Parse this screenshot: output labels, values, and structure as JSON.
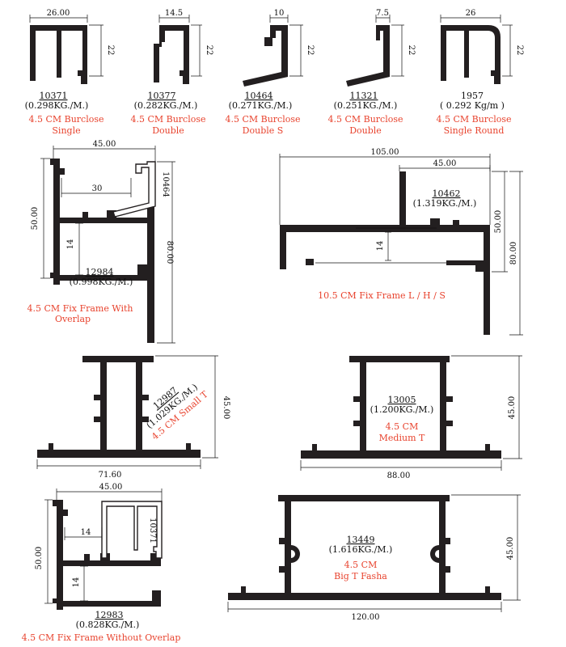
{
  "colors": {
    "profile": "#231f20",
    "caption": "#e8432e",
    "text": "#111111",
    "background": "#ffffff"
  },
  "sections": {
    "p10371": {
      "width": "26.00",
      "height": "22",
      "code": "10371",
      "weight": "(0.298KG./M.)",
      "caption_l1": "4.5 CM Burclose",
      "caption_l2": "Single"
    },
    "p10377": {
      "width": "14.5",
      "height": "22",
      "code": "10377",
      "weight": "(0.282KG./M.)",
      "caption_l1": "4.5 CM Burclose",
      "caption_l2": "Double"
    },
    "p10464": {
      "width": "10",
      "height": "22",
      "code": "10464",
      "weight": "(0.271KG./M.)",
      "caption_l1": "4.5 CM Burclose",
      "caption_l2": "Double S"
    },
    "p11321": {
      "width": "7.5",
      "height": "22",
      "code": "11321",
      "weight": "(0.251KG./M.)",
      "caption_l1": "4.5 CM Burclose",
      "caption_l2": "Double"
    },
    "p1957": {
      "width": "26",
      "height": "22",
      "code": "1957",
      "weight": "( 0.292 Kg/m )",
      "caption_l1": "4.5 CM Burclose",
      "caption_l2": "Single Round"
    },
    "p12984": {
      "width": "45.00",
      "inner": "30",
      "height": "50.00",
      "gap": "14",
      "total_height": "80.00",
      "insert": "10464",
      "code": "12984",
      "weight": "(0.998KG./M.)",
      "caption_l1": "4.5 CM Fix Frame With",
      "caption_l2": "Overlap"
    },
    "p10462": {
      "width": "105.00",
      "inner": "45.00",
      "height": "50.00",
      "gap": "14",
      "total_height": "80.00",
      "code": "10462",
      "weight": "(1.319KG./M.)",
      "caption_l1": "10.5 CM Fix Frame L / H / S"
    },
    "p12987": {
      "width": "71.60",
      "height": "45.00",
      "code": "12987",
      "weight": "(1.029KG./M.)",
      "caption_l1": "4.5 CM Small T"
    },
    "p13005": {
      "width": "88.00",
      "height": "45.00",
      "code": "13005",
      "weight": "(1.200KG./M.)",
      "caption_l1": "4.5 CM",
      "caption_l2": "Medium T"
    },
    "p12983": {
      "width": "45.00",
      "inner": "14",
      "height": "50.00",
      "gap": "14",
      "insert": "10371",
      "code": "12983",
      "weight": "(0.828KG./M.)",
      "caption_l1": "4.5 CM Fix Frame Without Overlap"
    },
    "p13449": {
      "width": "120.00",
      "height": "45.00",
      "code": "13449",
      "weight": "(1.616KG./M.)",
      "caption_l1": "4.5 CM",
      "caption_l2": "Big T Fasha"
    }
  }
}
